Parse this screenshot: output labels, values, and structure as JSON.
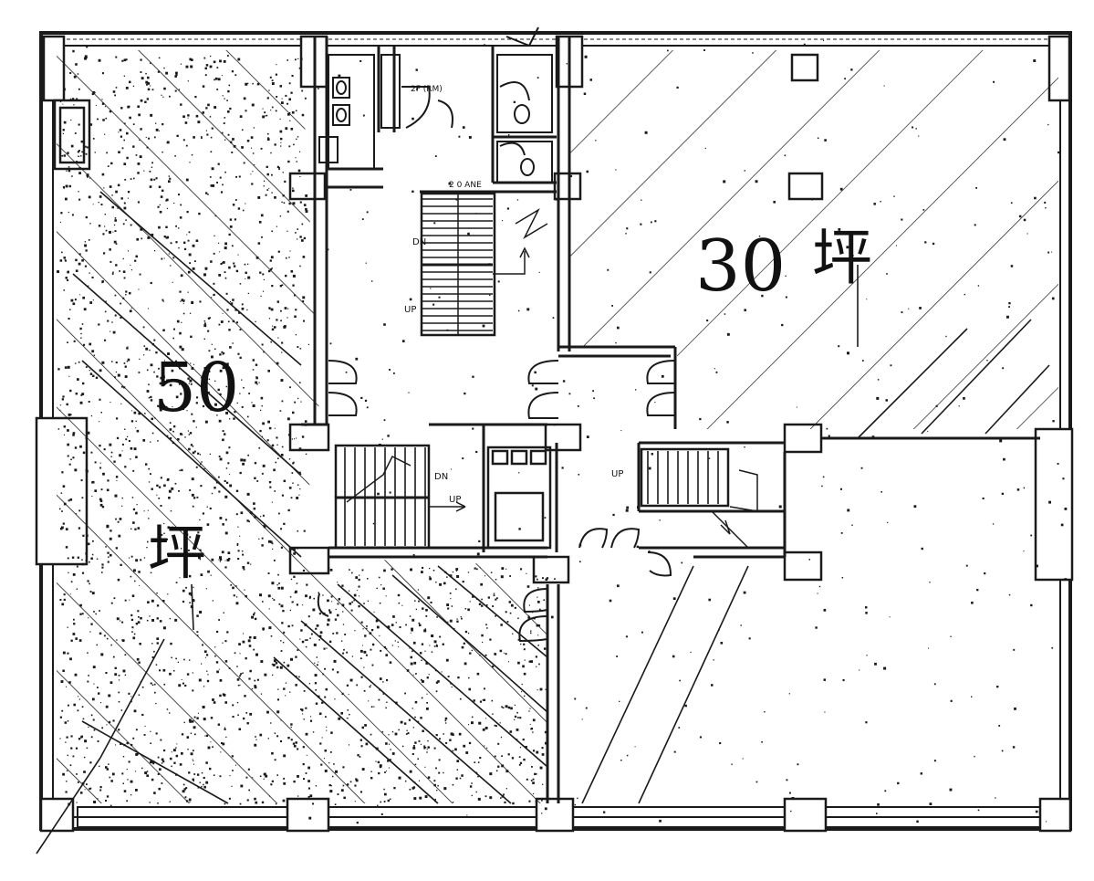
{
  "drawing": {
    "ink_color": "#1a1a1a",
    "paper_color": "#ffffff",
    "left_zone_area": "50",
    "left_zone_unit": "坪",
    "right_zone_area": "30",
    "right_zone_unit": "坪",
    "stair_labels": {
      "central_upper_dn": "DN",
      "central_upper_up": "UP",
      "lower_left_dn": "DN",
      "lower_left_up": "UP",
      "lower_right_up": "UP"
    },
    "room_labels": {
      "wc_top": "2F (RM)",
      "wc_bottom": "2 0 ANE"
    }
  }
}
